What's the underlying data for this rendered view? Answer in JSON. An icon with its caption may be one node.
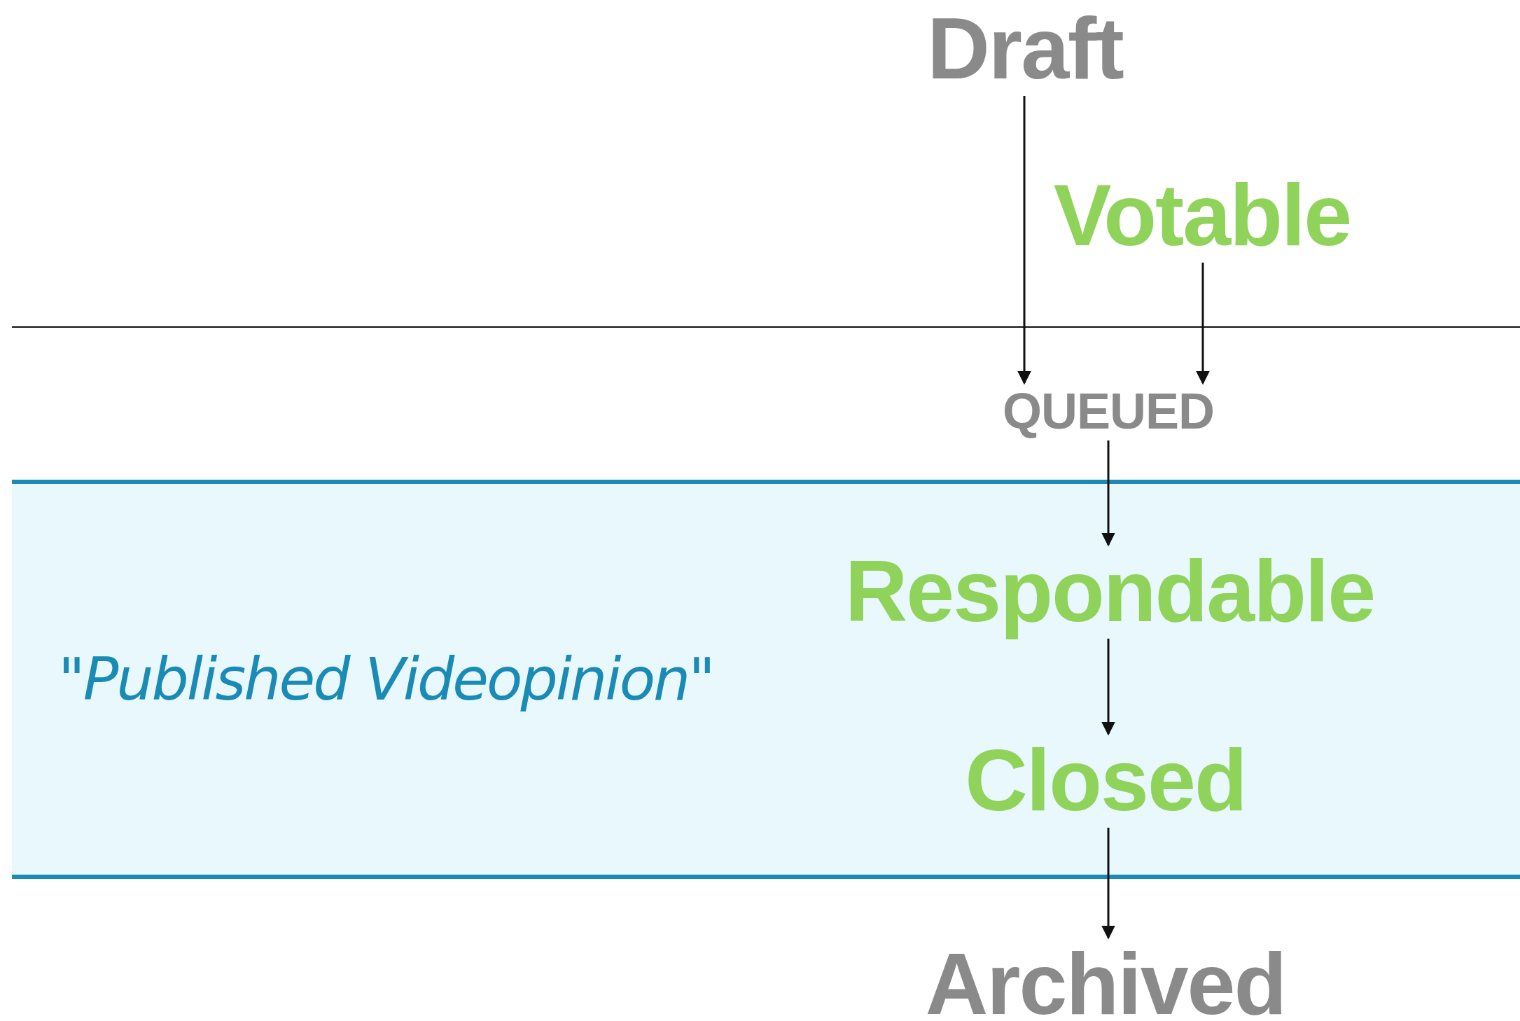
{
  "diagram": {
    "nodes": [
      {
        "text": [
          "Draft"
        ]
      },
      {
        "text": [
          "Votable"
        ]
      },
      {
        "text": [
          "QUEUED"
        ]
      },
      {
        "text": [
          "\"Published Videopinion\""
        ]
      },
      {
        "text": [
          "Respondable"
        ],
        "in": 3
      },
      {
        "text": [
          "Closed"
        ],
        "in": 3
      },
      {
        "text": [
          "Archived"
        ]
      }
    ],
    "edges": [
      {
        "from": 0,
        "to": 2,
        "arrow": "to"
      },
      {
        "from": 1,
        "to": 2,
        "arrow": "to"
      },
      {
        "from": 2,
        "to": 4,
        "arrow": "to"
      },
      {
        "from": 4,
        "to": 5,
        "arrow": "to"
      },
      {
        "from": 5,
        "to": 6,
        "arrow": "to"
      }
    ]
  }
}
